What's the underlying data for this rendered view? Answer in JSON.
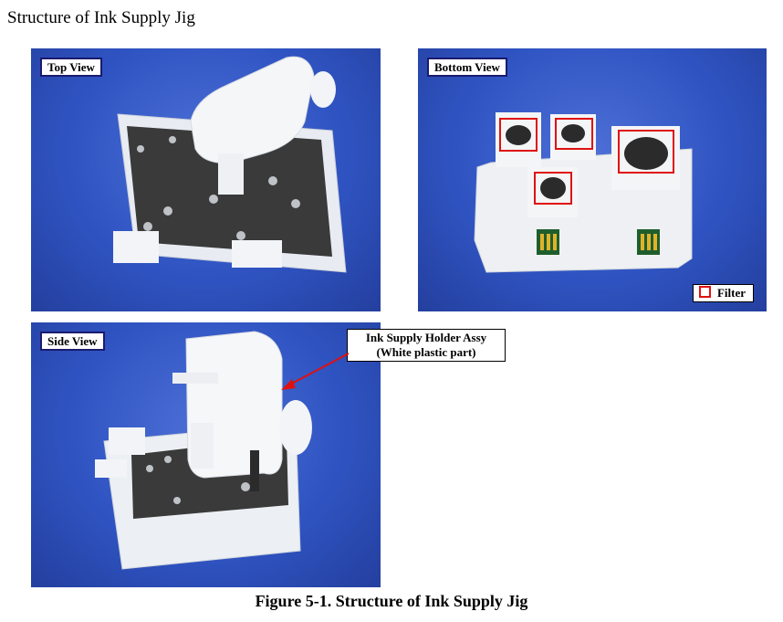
{
  "header": {
    "title": "Structure of Ink Supply Jig"
  },
  "views": {
    "top": {
      "label": "Top View"
    },
    "bottom": {
      "label": "Bottom View",
      "legend": "Filter"
    },
    "side": {
      "label": "Side View"
    }
  },
  "callout": {
    "line1": "Ink Supply Holder Assy",
    "line2": "(White plastic part)"
  },
  "caption": "Figure 5-1.  Structure of Ink Supply Jig",
  "colors": {
    "photo_background": "#2f54c2",
    "highlight": "#e01010",
    "label_border": "#1a1a6e"
  }
}
